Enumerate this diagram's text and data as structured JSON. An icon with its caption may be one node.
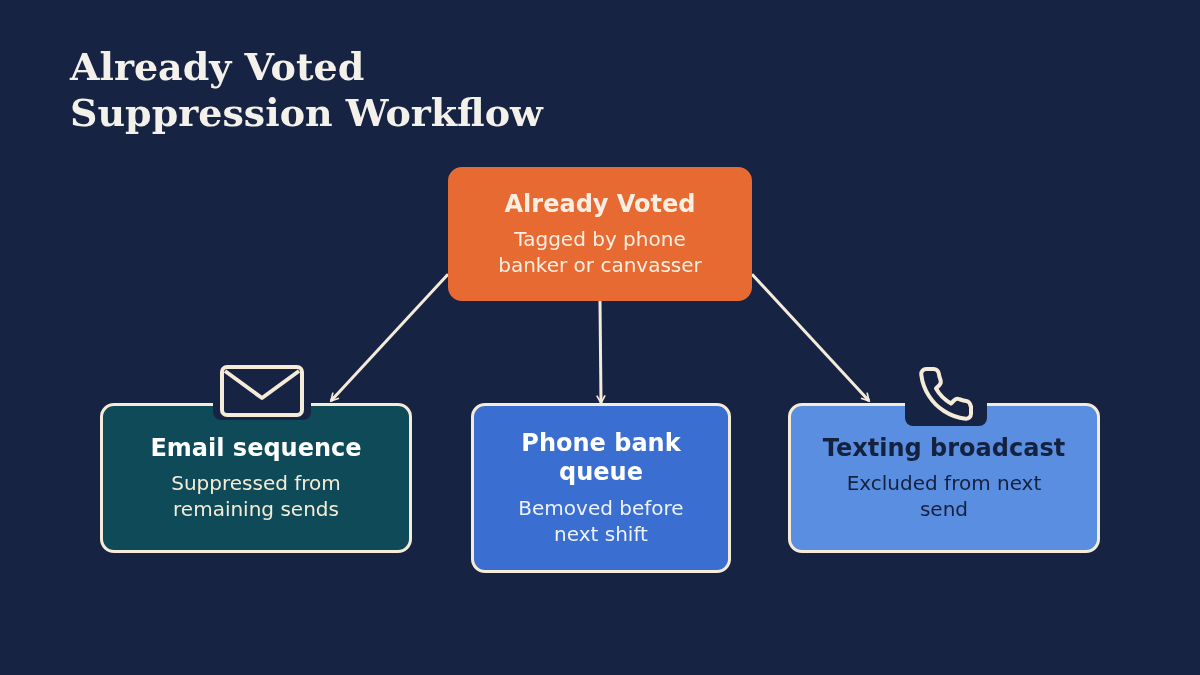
{
  "diagram": {
    "title": "Already Voted Suppression Workflow",
    "nodes": [
      {
        "text": [
          "Already Voted",
          "Tagged by phone banker or canvasser"
        ]
      },
      {
        "text": [
          "Email sequence",
          "Suppressed from remaining sends"
        ]
      },
      {
        "text": [
          "Phone bank queue",
          "Bemoved before next shift"
        ]
      },
      {
        "text": [
          "Texting broadcast",
          "Excluded from next send"
        ]
      }
    ],
    "edges": [
      {
        "from": 0,
        "to": 1,
        "arrow": "to"
      },
      {
        "from": 0,
        "to": 2,
        "arrow": "to"
      },
      {
        "from": 0,
        "to": 3,
        "arrow": "to"
      }
    ]
  }
}
